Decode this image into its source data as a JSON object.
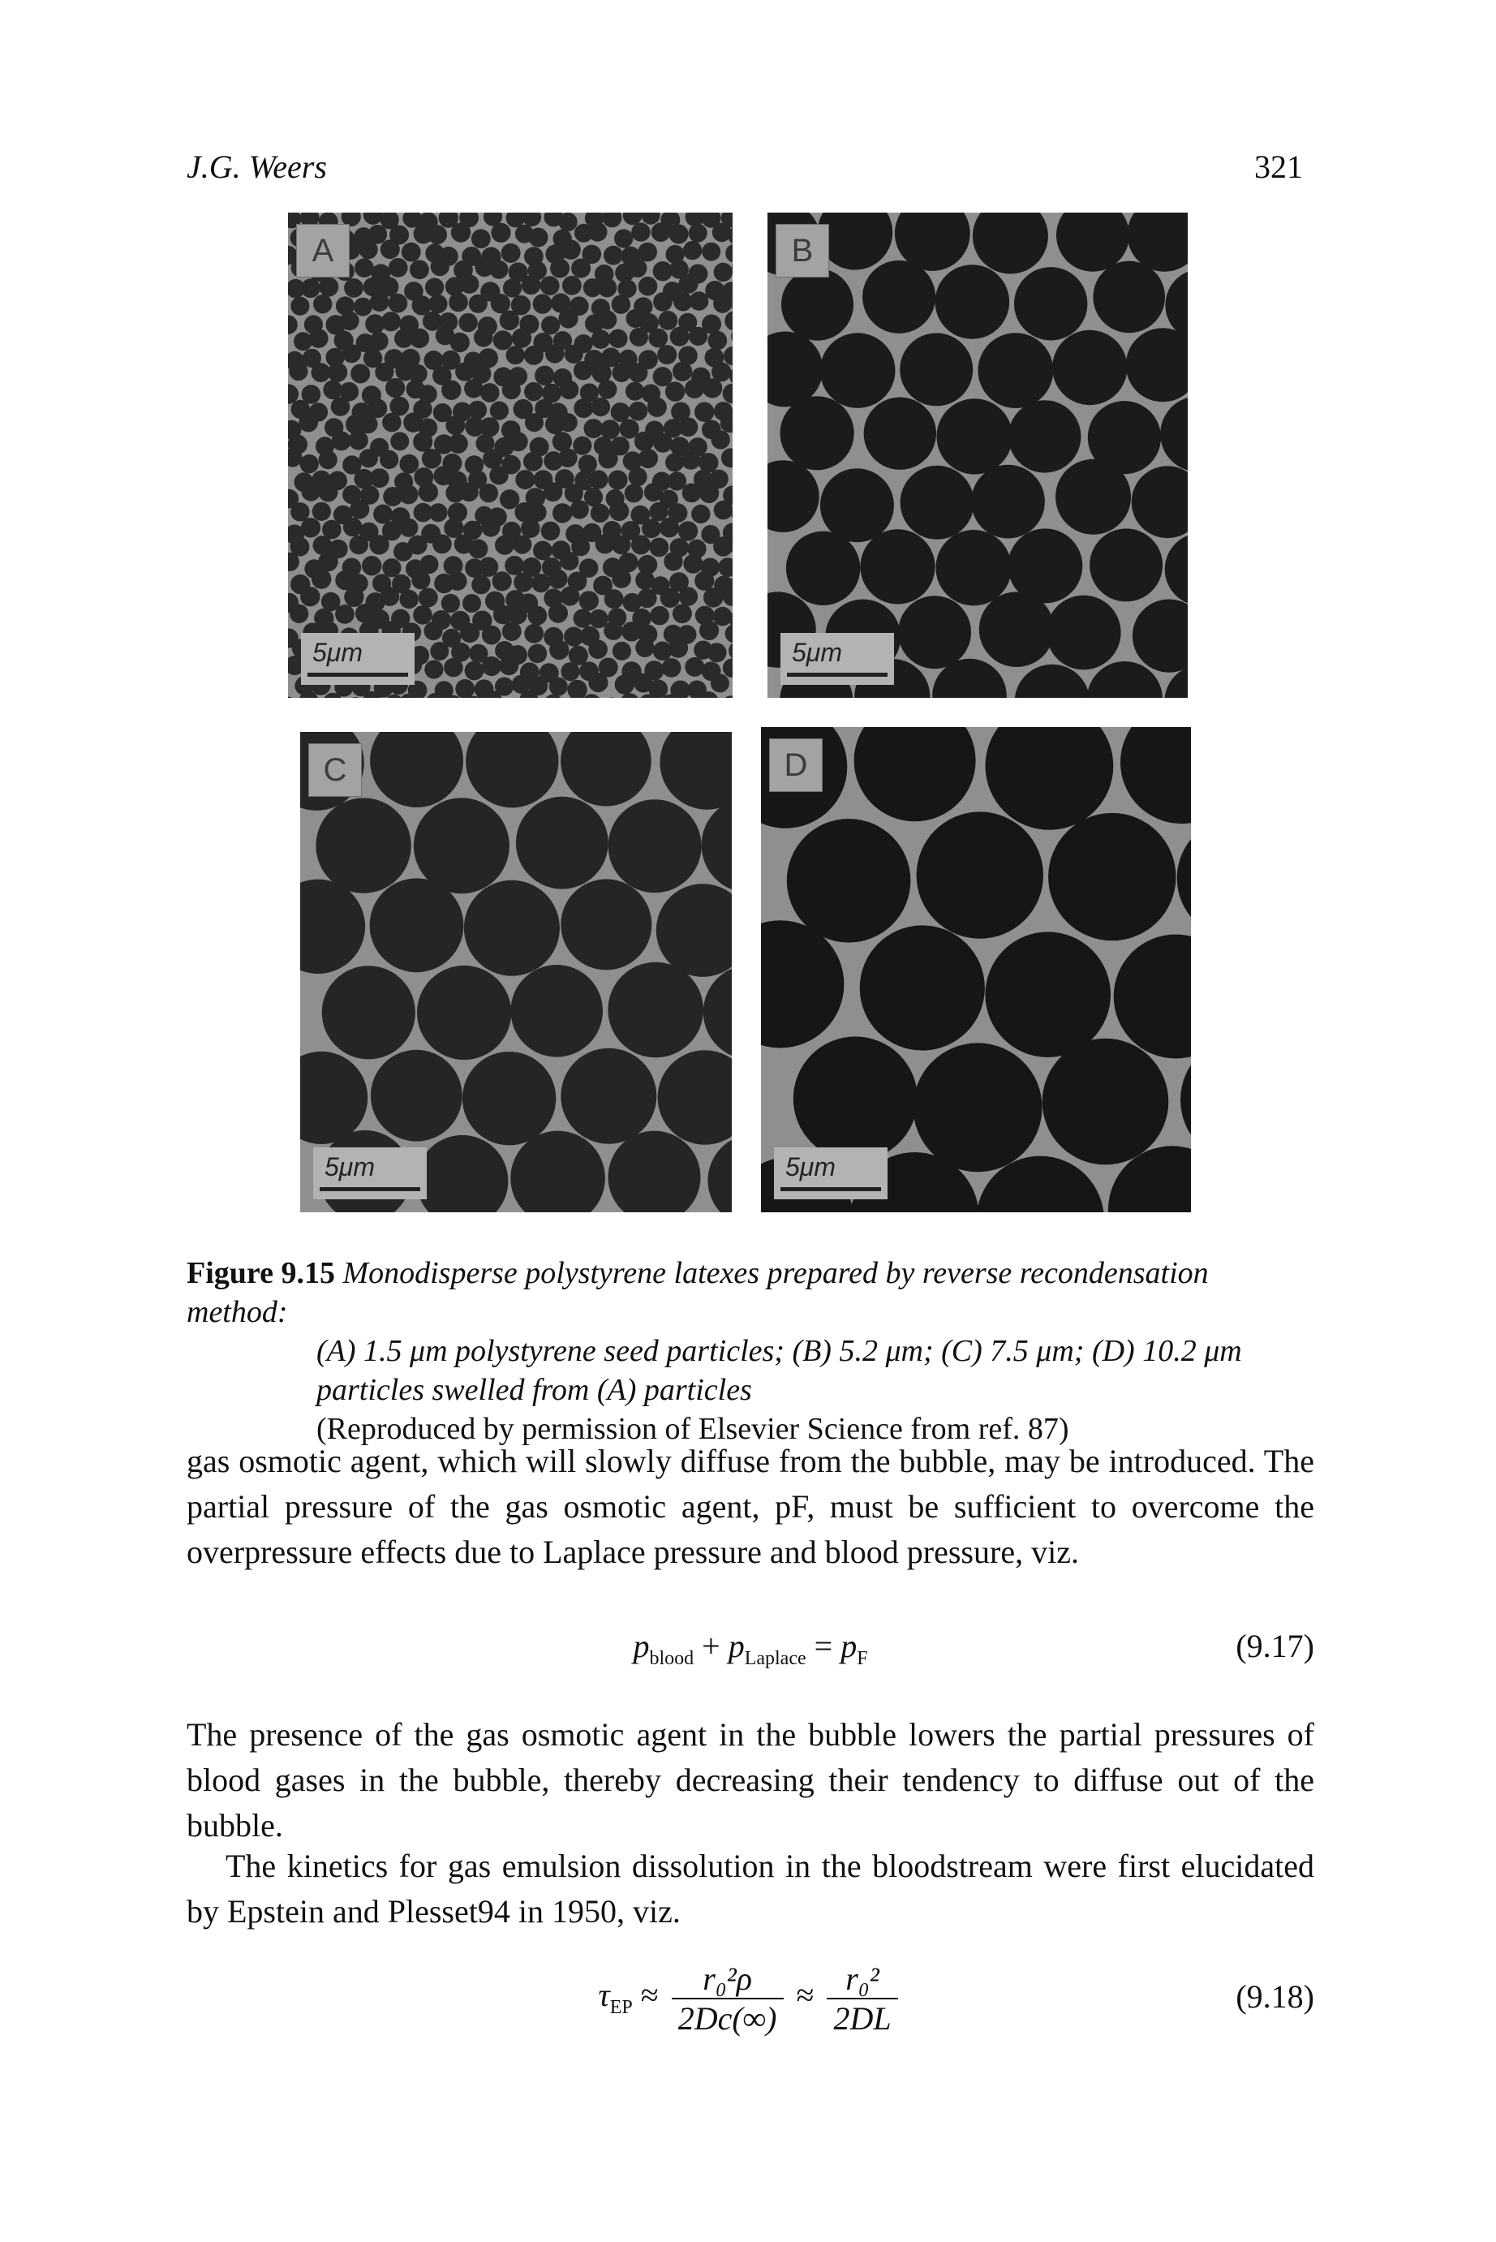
{
  "header": {
    "author": "J.G. Weers",
    "page_number": "321"
  },
  "figure": {
    "panels": [
      {
        "letter": "A",
        "scale_label": "5μm"
      },
      {
        "letter": "B",
        "scale_label": "5μm"
      },
      {
        "letter": "C",
        "scale_label": "5μm"
      },
      {
        "letter": "D",
        "scale_label": "5μm"
      }
    ],
    "caption": {
      "label": "Figure 9.15",
      "line1": "Monodisperse polystyrene latexes prepared by reverse recondensation method:",
      "line2": "(A) 1.5 μm polystyrene seed particles; (B) 5.2 μm; (C) 7.5 μm; (D) 10.2 μm",
      "line3": "particles swelled from (A) particles",
      "credit": "(Reproduced by permission of Elsevier Science from ref. 87)"
    }
  },
  "body": {
    "para1": "gas osmotic agent, which will slowly diffuse from the bubble, may be introduced. The partial pressure of the gas osmotic agent, pF, must be sufficient to overcome the overpressure effects due to Laplace pressure and blood pressure, viz.",
    "para2": "The presence of the gas osmotic agent in the bubble lowers the partial pressures of blood gases in the bubble, thereby decreasing their tendency to diffuse out of the bubble.",
    "para3": "The kinetics for gas emulsion dissolution in the bloodstream were first elucidated by Epstein and Plesset94 in 1950, viz."
  },
  "equations": {
    "eq1": {
      "lhs1": "p",
      "lhs1_sub": "blood",
      "plus": "+",
      "lhs2": "p",
      "lhs2_sub": "Laplace",
      "eq": "=",
      "rhs": "p",
      "rhs_sub": "F",
      "number": "(9.17)"
    },
    "eq2": {
      "lhs": "τ",
      "lhs_sub": "EP",
      "approx": "≈",
      "f1_num": "r₀²ρ",
      "f1_den": "2Dc(∞)",
      "f2_num": "r₀²",
      "f2_den": "2DL",
      "number": "(9.18)"
    }
  }
}
